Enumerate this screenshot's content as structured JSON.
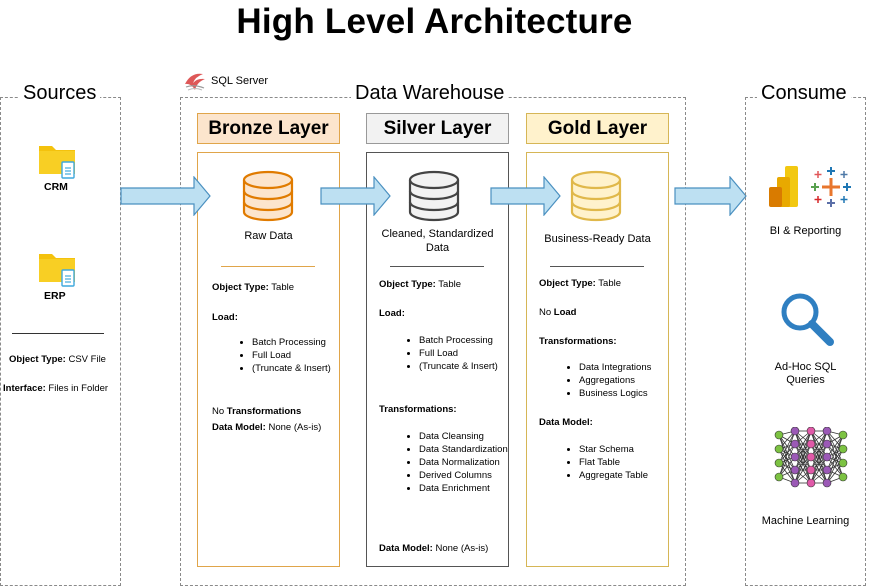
{
  "title": "High Level Architecture",
  "sources": {
    "label": "Sources",
    "items": [
      {
        "name": "CRM"
      },
      {
        "name": "ERP"
      }
    ],
    "object_type_key": "Object Type:",
    "object_type_val": " CSV File",
    "interface_key": "Interface:",
    "interface_val": " Files in Folder"
  },
  "warehouse": {
    "label": "Data Warehouse",
    "server_label": "SQL Server"
  },
  "bronze": {
    "header": "Bronze Layer",
    "caption": "Raw Data",
    "object_type_key": "Object Type:",
    "object_type_val": " Table",
    "load_label": "Load:",
    "load_items": [
      "Batch Processing",
      "Full Load",
      "(Truncate & Insert)"
    ],
    "transformations_prefix": "No ",
    "transformations_label": "Transformations",
    "data_model_key": "Data Model:",
    "data_model_val": " None (As-is)"
  },
  "silver": {
    "header": "Silver Layer",
    "caption": "Cleaned, Standardized Data",
    "object_type_key": "Object Type:",
    "object_type_val": " Table",
    "load_label": "Load:",
    "load_items": [
      "Batch Processing",
      "Full Load",
      "(Truncate & Insert)"
    ],
    "transformations_label": "Transformations:",
    "transformation_items": [
      "Data Cleansing",
      "Data Standardization",
      "Data Normalization",
      "Derived Columns",
      "Data Enrichment"
    ],
    "data_model_key": "Data Model:",
    "data_model_val": " None (As-is)"
  },
  "gold": {
    "header": "Gold Layer",
    "caption": "Business-Ready Data",
    "object_type_key": "Object Type:",
    "object_type_val": " Table",
    "load_prefix": "No ",
    "load_label": "Load",
    "transformations_label": "Transformations:",
    "transformation_items": [
      "Data Integrations",
      "Aggregations",
      "Business Logics"
    ],
    "data_model_label": "Data Model:",
    "data_model_items": [
      "Star Schema",
      "Flat Table",
      "Aggregate Table"
    ]
  },
  "consume": {
    "label": "Consume",
    "bi": "BI & Reporting",
    "adhoc": "Ad-Hoc SQL Queries",
    "ml": "Machine Learning"
  },
  "colors": {
    "bronze_fill": "#fce5cd",
    "bronze_border": "#e0a54a",
    "silver_fill": "#f2f2f2",
    "silver_border": "#666666",
    "gold_fill": "#fff2cc",
    "gold_border": "#d6b656",
    "arrow_fill": "#bde0f2",
    "arrow_border": "#4a90c0"
  }
}
